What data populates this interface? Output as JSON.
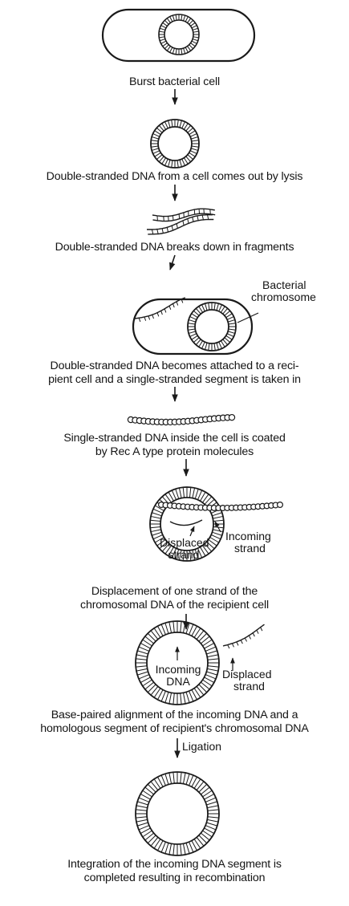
{
  "steps": [
    {
      "caption": "Burst bacterial cell"
    },
    {
      "caption": "Double-stranded DNA from a cell comes out by lysis"
    },
    {
      "caption": "Double-stranded DNA breaks down in fragments"
    },
    {
      "caption_line1": "Double-stranded DNA becomes attached to a reci-",
      "caption_line2": "pient cell and a single-stranded segment is taken in",
      "label_line1": "Bacterial",
      "label_line2": "chromosome"
    },
    {
      "caption_line1": "Single-stranded DNA inside the cell is coated",
      "caption_line2": "by Rec A type protein molecules"
    },
    {
      "caption_line1": "Displacement of one strand of the",
      "caption_line2": "chromosomal DNA of the recipient cell",
      "displaced_line1": "Displaced",
      "displaced_line2": "strand",
      "incoming_line1": "Incoming",
      "incoming_line2": "strand"
    },
    {
      "caption_line1": "Base-paired alignment of the incoming DNA and a",
      "caption_line2": "homologous segment of recipient's chromosomal DNA",
      "incoming_line1": "Incoming",
      "incoming_line2": "DNA",
      "displaced_line1": "Displaced",
      "displaced_line2": "strand",
      "arrow_label": "Ligation"
    },
    {
      "caption_line1": "Integration of the incoming DNA segment is",
      "caption_line2": "completed resulting in recombination"
    }
  ]
}
